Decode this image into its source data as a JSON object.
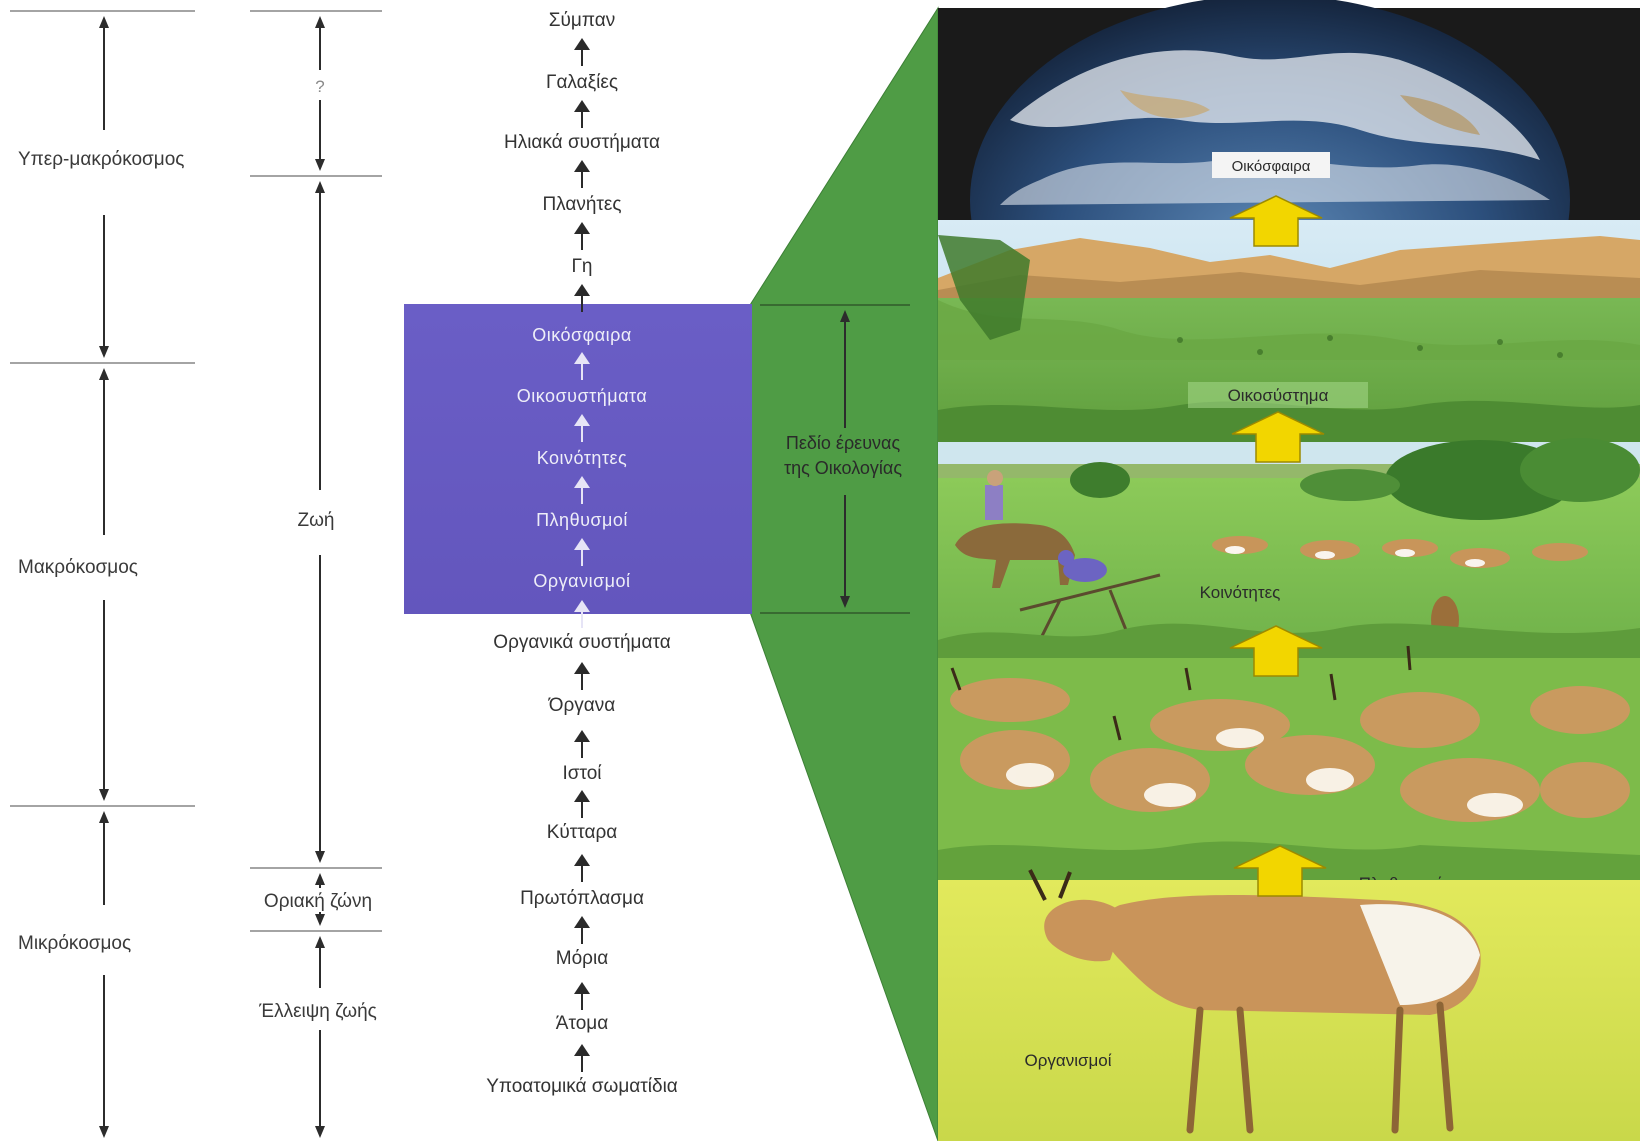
{
  "scales": {
    "col1": [
      "Υπερ-μακρόκοσμος",
      "Μακρόκοσμος",
      "Μικρόκοσμος"
    ],
    "col2": [
      "?",
      "Ζωή",
      "Οριακή ζώνη",
      "Έλλειψη ζωής"
    ]
  },
  "hierarchy": {
    "upper": [
      "Σύμπαν",
      "Γαλαξίες",
      "Ηλιακά συστήματα",
      "Πλανήτες",
      "Γη"
    ],
    "box": [
      "Οικόσφαιρα",
      "Οικοσυστήματα",
      "Κοινότητες",
      "Πληθυσμοί",
      "Οργανισμοί"
    ],
    "lower": [
      "Οργανικά συστήματα",
      "Όργανα",
      "Ιστοί",
      "Κύτταρα",
      "Πρωτόπλασμα",
      "Μόρια",
      "Άτομα",
      "Υποατομικά σωματίδια"
    ]
  },
  "ecology_field": {
    "line1": "Πεδίο έρευνας",
    "line2": "της Οικολογίας"
  },
  "panels": [
    "Οικόσφαιρα",
    "Οικοσύστημα",
    "Κοινότητες",
    "Πληθυσμοί",
    "Οργανισμοί"
  ],
  "colors": {
    "box": "#6b5fc4",
    "field_green": "#4e9a44",
    "arrow_yellow": "#f2d600",
    "sky": "#cfe4f0",
    "grass": "#7fc24a"
  }
}
